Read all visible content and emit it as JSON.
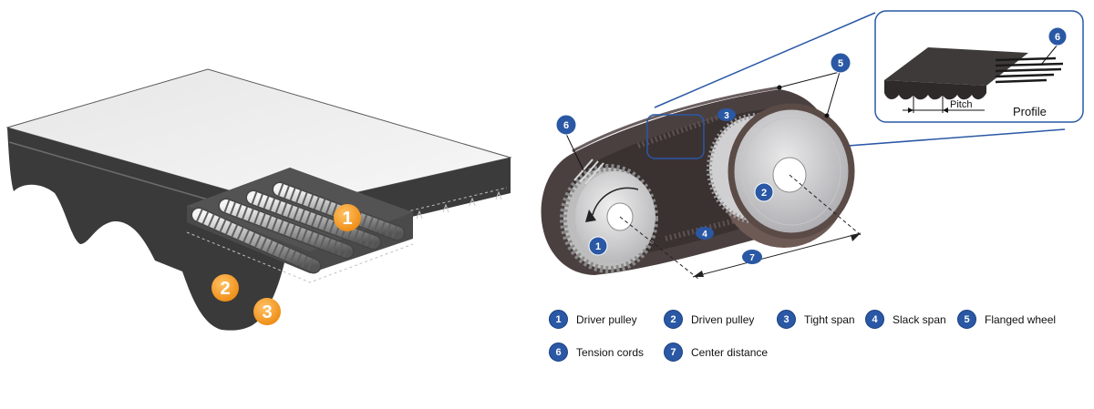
{
  "left_figure": {
    "callouts": [
      "1",
      "2",
      "3"
    ],
    "callout_color": "#f39c1e"
  },
  "right_figure": {
    "callouts": [
      "1",
      "2",
      "3",
      "4",
      "5",
      "6",
      "7"
    ],
    "callout_color": "#2a58a5",
    "inset": {
      "callout": "6",
      "pitch_label": "Pitch",
      "profile_label": "Profile"
    }
  },
  "legend": {
    "items": [
      {
        "num": "1",
        "label": "Driver pulley"
      },
      {
        "num": "2",
        "label": "Driven pulley"
      },
      {
        "num": "3",
        "label": "Tight span"
      },
      {
        "num": "4",
        "label": "Slack span"
      },
      {
        "num": "5",
        "label": "Flanged wheel"
      },
      {
        "num": "6",
        "label": "Tension cords"
      },
      {
        "num": "7",
        "label": "Center distance"
      }
    ]
  }
}
